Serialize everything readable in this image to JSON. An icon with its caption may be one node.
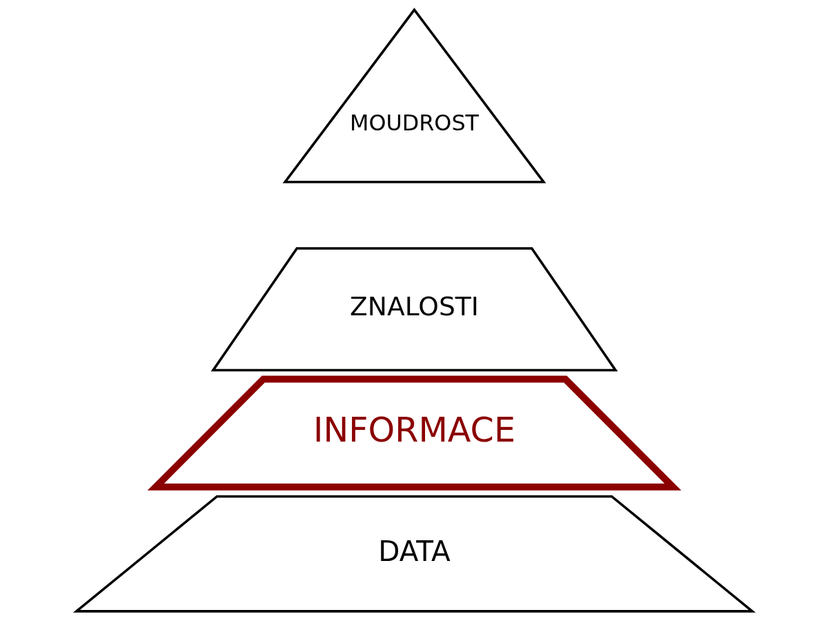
{
  "diagram": {
    "nodes": [
      {
        "text": [
          "MOUDROST"
        ]
      },
      {
        "text": [
          "ZNALOSTI"
        ]
      },
      {
        "text": [
          "INFORMACE"
        ]
      },
      {
        "text": [
          "DATA"
        ]
      }
    ]
  }
}
